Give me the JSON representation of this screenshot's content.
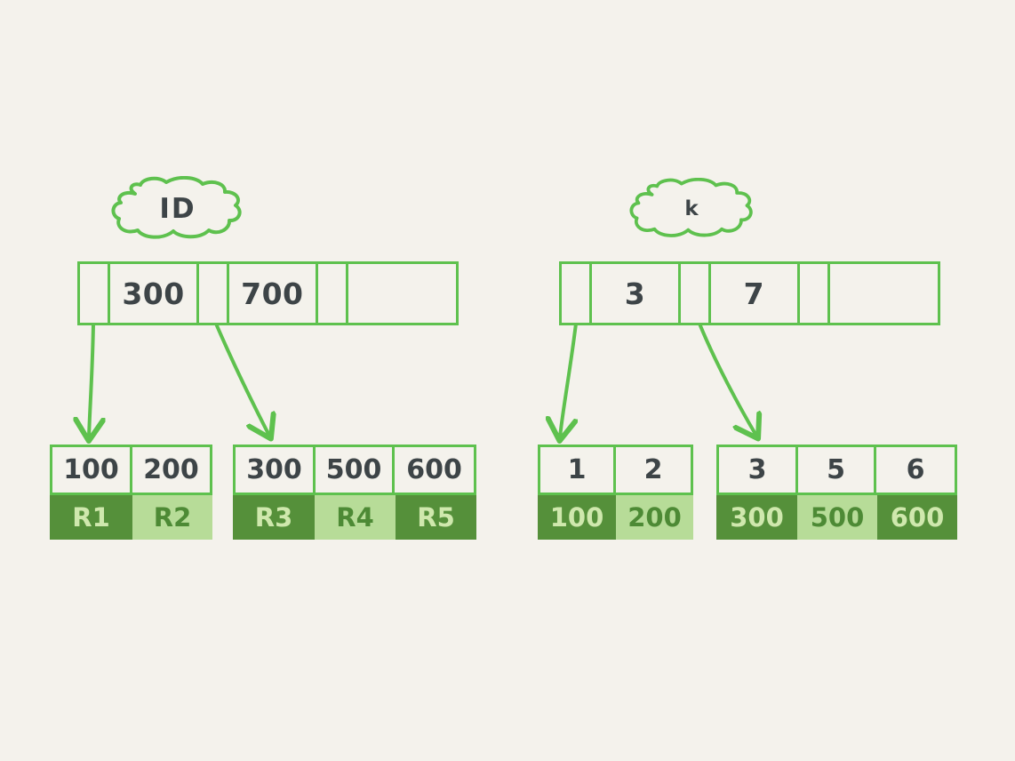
{
  "diagram": {
    "title": "B+Tree secondary index vs primary index leaf pages",
    "background_color": "#f4f2ec",
    "line_color": "#5ec14e",
    "text_color": "#3d4447",
    "value_dark_color": "#55903a",
    "value_light_color": "#b7dc98"
  },
  "trees": [
    {
      "id": "left-tree",
      "cloud_label": "ID",
      "root": {
        "name": "root-node-id",
        "cells": [
          {
            "type": "pointer",
            "label": ""
          },
          {
            "type": "key",
            "label": "300"
          },
          {
            "type": "pointer",
            "label": ""
          },
          {
            "type": "key",
            "label": "700"
          },
          {
            "type": "pointer",
            "label": ""
          },
          {
            "type": "key",
            "label": ""
          }
        ]
      },
      "leaves": [
        {
          "name": "leaf-node-id-1",
          "keys": [
            "100",
            "200"
          ],
          "values": [
            "R1",
            "R2"
          ],
          "value_shades": [
            "dark",
            "light"
          ]
        },
        {
          "name": "leaf-node-id-2",
          "keys": [
            "300",
            "500",
            "600"
          ],
          "values": [
            "R3",
            "R4",
            "R5"
          ],
          "value_shades": [
            "dark",
            "light",
            "dark"
          ]
        }
      ]
    },
    {
      "id": "right-tree",
      "cloud_label": "k",
      "root": {
        "name": "root-node-k",
        "cells": [
          {
            "type": "pointer",
            "label": ""
          },
          {
            "type": "key",
            "label": "3"
          },
          {
            "type": "pointer",
            "label": ""
          },
          {
            "type": "key",
            "label": "7"
          },
          {
            "type": "pointer",
            "label": ""
          },
          {
            "type": "key",
            "label": ""
          }
        ]
      },
      "leaves": [
        {
          "name": "leaf-node-k-1",
          "keys": [
            "1",
            "2"
          ],
          "values": [
            "100",
            "200"
          ],
          "value_shades": [
            "dark",
            "light"
          ]
        },
        {
          "name": "leaf-node-k-2",
          "keys": [
            "3",
            "5",
            "6"
          ],
          "values": [
            "300",
            "500",
            "600"
          ],
          "value_shades": [
            "dark",
            "light",
            "dark"
          ]
        }
      ]
    }
  ]
}
